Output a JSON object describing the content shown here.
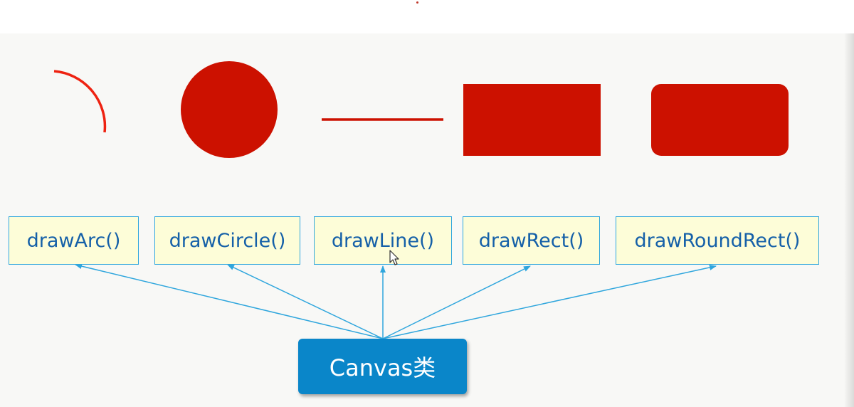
{
  "methods": [
    {
      "label": "drawArc()"
    },
    {
      "label": "drawCircle()"
    },
    {
      "label": "drawLine()"
    },
    {
      "label": "drawRect()"
    },
    {
      "label": "drawRoundRect()"
    }
  ],
  "source": {
    "label": "Canvas类"
  },
  "colors": {
    "shape_red": "#cc1100",
    "arrow_blue": "#2fa6dd",
    "box_fill": "#fdfdd8",
    "box_text": "#1560a8",
    "source_fill": "#0a86c9"
  }
}
